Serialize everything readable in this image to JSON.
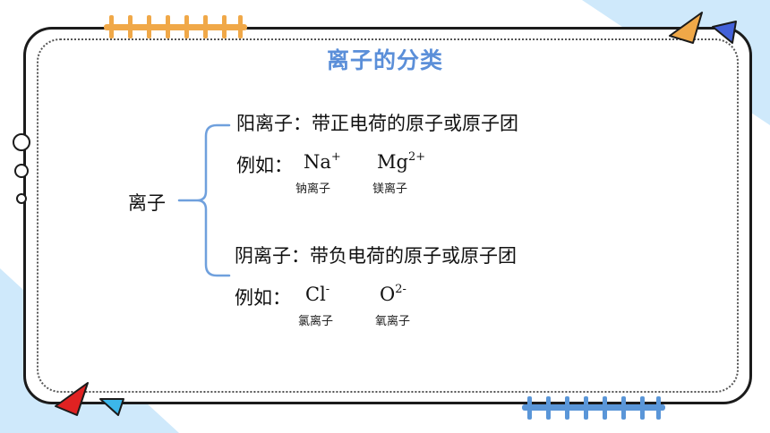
{
  "title": "离子的分类",
  "root": "离子",
  "cation": {
    "definition": "阳离子：带正电荷的原子或原子团",
    "example_label": "例如：",
    "examples": [
      {
        "symbol": "Na",
        "charge": "+",
        "name": "钠离子"
      },
      {
        "symbol": "Mg",
        "charge": "2+",
        "name": "镁离子"
      }
    ]
  },
  "anion": {
    "definition": "阴离子：带负电荷的原子或原子团",
    "example_label": "例如：",
    "examples": [
      {
        "symbol": "Cl",
        "charge": "-",
        "name": "氯离子"
      },
      {
        "symbol": "O",
        "charge": "2-",
        "name": "氧离子"
      }
    ]
  },
  "colors": {
    "title": "#5b8fd9",
    "brace": "#6fa0dd",
    "orange": "#f0a848",
    "blue": "#5a96d8",
    "corner": "#cfe9fb",
    "red": "#e02222",
    "cyan": "#3cb7ea",
    "indigo": "#4361d9"
  }
}
